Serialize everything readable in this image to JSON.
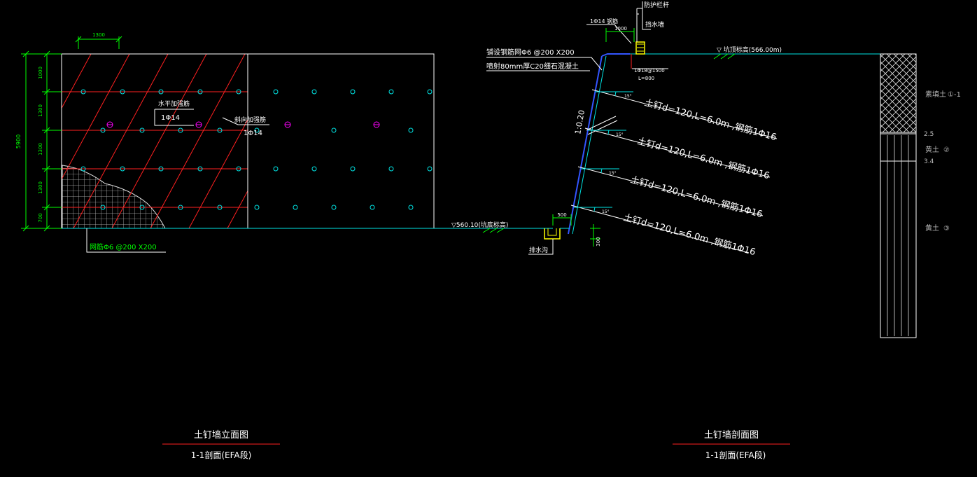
{
  "left": {
    "total_dim": "5900",
    "side_dims": [
      "1000",
      "1300",
      "1300",
      "1300",
      "700"
    ],
    "top_dim": "1300",
    "horiz_bar_title": "水平加强筋",
    "horiz_bar_spec": "1Φ14",
    "diag_bar_title": "斜向加强筋",
    "diag_bar_spec": "1Φ14",
    "mesh_note": "网筋Φ6 @200 X200",
    "base_level": "▽560.10(坑底标高)"
  },
  "right": {
    "rebar_top": "1Φ14 钢筋",
    "guardrail": "防护栏杆",
    "drain_wall": "挡水墙",
    "dim_1000": "1000",
    "mesh_spec": "铺设钢筋网Φ6 @200 X200",
    "shotcrete": "喷射80mm厚C20细石混凝土",
    "anchor_spec": "1Φ18@1500",
    "anchor_len": "L=800",
    "top_level": "▽ 坑顶标高(566.00m)",
    "slope": "1:0.20",
    "nails": [
      "土钉d=120,L=6.0m ,钢筋1Φ16",
      "土钉d=120,L=6.0m ,钢筋1Φ16",
      "土钉d=120,L=6.0m ,钢筋1Φ16",
      "土钉d=120,L=6.0m ,钢筋1Φ16"
    ],
    "angle": "15°",
    "ditch_dim": "500",
    "ditch_depth": "300",
    "ditch_label": "排水沟",
    "soils": [
      {
        "name": "素填土",
        "num": "①-1"
      },
      {
        "name": "黄土",
        "num": "②"
      },
      {
        "name": "黄土",
        "num": "③"
      }
    ],
    "depth1": "2.5",
    "depth2": "3.4"
  },
  "titles": {
    "left_title": "土钉墙立面图",
    "left_sub": "1-1剖面(EFA段)",
    "right_title": "土钉墙剖面图",
    "right_sub": "1-1剖面(EFA段)"
  },
  "colors": {
    "cyan": "#00e5e5",
    "red": "#ff2020",
    "green": "#00ff00",
    "white": "#ffffff",
    "yellow": "#ffff00",
    "blue": "#3355ff",
    "magenta": "#ff00ff"
  }
}
